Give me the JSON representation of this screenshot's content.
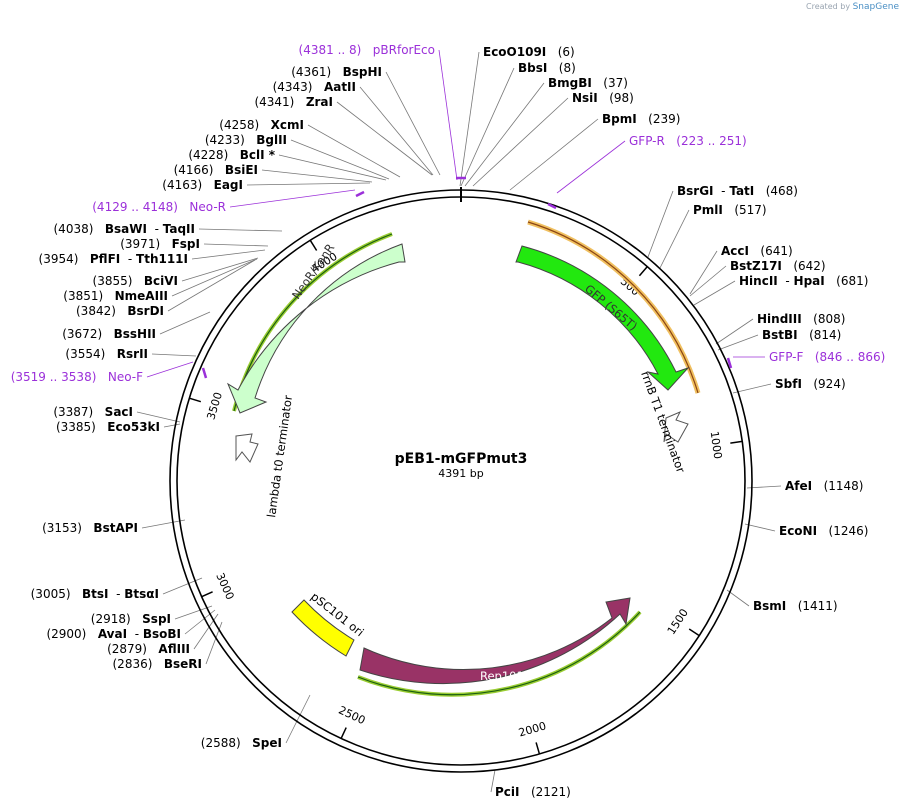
{
  "credit": {
    "prefix": "Created by",
    "brand": "SnapGene"
  },
  "plasmid": {
    "name": "pEB1-mGFPmut3",
    "length_label": "4391 bp",
    "total_bp": 4391
  },
  "ticks": [
    "500",
    "1000",
    "1500",
    "2000",
    "2500",
    "3000",
    "3500",
    "4000"
  ],
  "features": [
    {
      "id": "gfp",
      "label": "GFP (S65T)",
      "color": "#22e80f",
      "text_color": "#333333",
      "direction": "cw"
    },
    {
      "id": "rrnb",
      "label": "rrnB T1 terminator",
      "color": "#ffffff",
      "text_color": "#000000",
      "direction": "cw"
    },
    {
      "id": "rep101",
      "label": "Rep101",
      "color": "#993366",
      "text_color": "#ffffff",
      "direction": "cw"
    },
    {
      "id": "psc101",
      "label": "pSC101 ori",
      "color": "#ffff00",
      "text_color": "#000000",
      "direction": "none"
    },
    {
      "id": "lambda",
      "label": "lambda t0 terminator",
      "color": "#ffffff",
      "text_color": "#000000",
      "direction": "ccw"
    },
    {
      "id": "neo",
      "label": "NeoR/KanR",
      "color": "#ccffcc",
      "text_color": "#333333",
      "direction": "ccw"
    }
  ],
  "sites": [
    {
      "id": "ecoo109i",
      "parts": [
        {
          "t": "EcoO109I",
          "b": 1
        },
        {
          "t": "   (6)",
          "b": 0
        }
      ],
      "side": "right"
    },
    {
      "id": "bbsi",
      "parts": [
        {
          "t": "BbsI",
          "b": 1
        },
        {
          "t": "   (8)",
          "b": 0
        }
      ],
      "side": "right"
    },
    {
      "id": "bmgbi",
      "parts": [
        {
          "t": "BmgBI",
          "b": 1
        },
        {
          "t": "   (37)",
          "b": 0
        }
      ],
      "side": "right"
    },
    {
      "id": "nsii",
      "parts": [
        {
          "t": "NsiI",
          "b": 1
        },
        {
          "t": "   (98)",
          "b": 0
        }
      ],
      "side": "right"
    },
    {
      "id": "bpmi",
      "parts": [
        {
          "t": "BpmI",
          "b": 1
        },
        {
          "t": "   (239)",
          "b": 0
        }
      ],
      "side": "right"
    },
    {
      "id": "gfp-r",
      "parts": [
        {
          "t": "GFP-R",
          "b": 0
        },
        {
          "t": "   (223 .. 251)",
          "b": 0
        }
      ],
      "side": "right",
      "primer": true
    },
    {
      "id": "bsrgi",
      "parts": [
        {
          "t": "BsrGI",
          "b": 1
        },
        {
          "t": "  - ",
          "b": 0
        },
        {
          "t": "TatI",
          "b": 1
        },
        {
          "t": "   (468)",
          "b": 0
        }
      ],
      "side": "right"
    },
    {
      "id": "pmli",
      "parts": [
        {
          "t": "PmlI",
          "b": 1
        },
        {
          "t": "   (517)",
          "b": 0
        }
      ],
      "side": "right"
    },
    {
      "id": "acci",
      "parts": [
        {
          "t": "AccI",
          "b": 1
        },
        {
          "t": "   (641)",
          "b": 0
        }
      ],
      "side": "right"
    },
    {
      "id": "bstz17i",
      "parts": [
        {
          "t": "BstZ17I",
          "b": 1
        },
        {
          "t": "   (642)",
          "b": 0
        }
      ],
      "side": "right"
    },
    {
      "id": "hincii",
      "parts": [
        {
          "t": "HincII",
          "b": 1
        },
        {
          "t": "  - ",
          "b": 0
        },
        {
          "t": "HpaI",
          "b": 1
        },
        {
          "t": "   (681)",
          "b": 0
        }
      ],
      "side": "right"
    },
    {
      "id": "hindiii",
      "parts": [
        {
          "t": "HindIII",
          "b": 1
        },
        {
          "t": "   (808)",
          "b": 0
        }
      ],
      "side": "right"
    },
    {
      "id": "bstbi",
      "parts": [
        {
          "t": "BstBI",
          "b": 1
        },
        {
          "t": "   (814)",
          "b": 0
        }
      ],
      "side": "right"
    },
    {
      "id": "gfp-f",
      "parts": [
        {
          "t": "GFP-F",
          "b": 0
        },
        {
          "t": "   (846 .. 866)",
          "b": 0
        }
      ],
      "side": "right",
      "primer": true
    },
    {
      "id": "sbfi",
      "parts": [
        {
          "t": "SbfI",
          "b": 1
        },
        {
          "t": "   (924)",
          "b": 0
        }
      ],
      "side": "right"
    },
    {
      "id": "afei",
      "parts": [
        {
          "t": "AfeI",
          "b": 1
        },
        {
          "t": "   (1148)",
          "b": 0
        }
      ],
      "side": "right"
    },
    {
      "id": "econi",
      "parts": [
        {
          "t": "EcoNI",
          "b": 1
        },
        {
          "t": "   (1246)",
          "b": 0
        }
      ],
      "side": "right"
    },
    {
      "id": "bsmi",
      "parts": [
        {
          "t": "BsmI",
          "b": 1
        },
        {
          "t": "   (1411)",
          "b": 0
        }
      ],
      "side": "right"
    },
    {
      "id": "pcii",
      "parts": [
        {
          "t": "PciI",
          "b": 1
        },
        {
          "t": "   (2121)",
          "b": 0
        }
      ],
      "side": "right"
    },
    {
      "id": "spei",
      "parts": [
        {
          "t": "(2588)   ",
          "b": 0
        },
        {
          "t": "SpeI",
          "b": 1
        }
      ],
      "side": "left"
    },
    {
      "id": "bseri",
      "parts": [
        {
          "t": "(2836)   ",
          "b": 0
        },
        {
          "t": "BseRI",
          "b": 1
        }
      ],
      "side": "left"
    },
    {
      "id": "aflii",
      "parts": [
        {
          "t": "(2879)   ",
          "b": 0
        },
        {
          "t": "AflIII",
          "b": 1
        }
      ],
      "side": "left"
    },
    {
      "id": "avai",
      "parts": [
        {
          "t": "(2900)   ",
          "b": 0
        },
        {
          "t": "AvaI",
          "b": 1
        },
        {
          "t": "  - ",
          "b": 0
        },
        {
          "t": "BsoBI",
          "b": 1
        }
      ],
      "side": "left"
    },
    {
      "id": "sspi",
      "parts": [
        {
          "t": "(2918)   ",
          "b": 0
        },
        {
          "t": "SspI",
          "b": 1
        }
      ],
      "side": "left"
    },
    {
      "id": "btsi",
      "parts": [
        {
          "t": "(3005)   ",
          "b": 0
        },
        {
          "t": "BtsI",
          "b": 1
        },
        {
          "t": "  - ",
          "b": 0
        },
        {
          "t": "BtsαI",
          "b": 1
        }
      ],
      "side": "left"
    },
    {
      "id": "bstapi",
      "parts": [
        {
          "t": "(3153)   ",
          "b": 0
        },
        {
          "t": "BstAPI",
          "b": 1
        }
      ],
      "side": "left"
    },
    {
      "id": "eco53ki",
      "parts": [
        {
          "t": "(3385)   ",
          "b": 0
        },
        {
          "t": "Eco53kI",
          "b": 1
        }
      ],
      "side": "left"
    },
    {
      "id": "saci",
      "parts": [
        {
          "t": "(3387)   ",
          "b": 0
        },
        {
          "t": "SacI",
          "b": 1
        }
      ],
      "side": "left"
    },
    {
      "id": "neo-f",
      "parts": [
        {
          "t": "(3519 .. 3538)   ",
          "b": 0
        },
        {
          "t": "Neo-F",
          "b": 0
        }
      ],
      "side": "left",
      "primer": true
    },
    {
      "id": "rsrii",
      "parts": [
        {
          "t": "(3554)   ",
          "b": 0
        },
        {
          "t": "RsrII",
          "b": 1
        }
      ],
      "side": "left"
    },
    {
      "id": "bsshii",
      "parts": [
        {
          "t": "(3672)   ",
          "b": 0
        },
        {
          "t": "BssHII",
          "b": 1
        }
      ],
      "side": "left"
    },
    {
      "id": "bsrdi",
      "parts": [
        {
          "t": "(3842)   ",
          "b": 0
        },
        {
          "t": "BsrDI",
          "b": 1
        }
      ],
      "side": "left"
    },
    {
      "id": "nmeaiii",
      "parts": [
        {
          "t": "(3851)   ",
          "b": 0
        },
        {
          "t": "NmeAIII",
          "b": 1
        }
      ],
      "side": "left"
    },
    {
      "id": "bcivi",
      "parts": [
        {
          "t": "(3855)   ",
          "b": 0
        },
        {
          "t": "BciVI",
          "b": 1
        }
      ],
      "side": "left"
    },
    {
      "id": "pflfi",
      "parts": [
        {
          "t": "(3954)   ",
          "b": 0
        },
        {
          "t": "PflFI",
          "b": 1
        },
        {
          "t": "  - ",
          "b": 0
        },
        {
          "t": "Tth111I",
          "b": 1
        }
      ],
      "side": "left"
    },
    {
      "id": "fspi",
      "parts": [
        {
          "t": "(3971)   ",
          "b": 0
        },
        {
          "t": "FspI",
          "b": 1
        }
      ],
      "side": "left"
    },
    {
      "id": "bsawi",
      "parts": [
        {
          "t": "(4038)   ",
          "b": 0
        },
        {
          "t": "BsaWI",
          "b": 1
        },
        {
          "t": "  - ",
          "b": 0
        },
        {
          "t": "TaqII",
          "b": 1
        }
      ],
      "side": "left"
    },
    {
      "id": "neo-r",
      "parts": [
        {
          "t": "(4129 .. 4148)   ",
          "b": 0
        },
        {
          "t": "Neo-R",
          "b": 0
        }
      ],
      "side": "left",
      "primer": true
    },
    {
      "id": "eagi",
      "parts": [
        {
          "t": "(4163)   ",
          "b": 0
        },
        {
          "t": "EagI",
          "b": 1
        }
      ],
      "side": "left"
    },
    {
      "id": "bsiei",
      "parts": [
        {
          "t": "(4166)   ",
          "b": 0
        },
        {
          "t": "BsiEI",
          "b": 1
        }
      ],
      "side": "left"
    },
    {
      "id": "bcli",
      "parts": [
        {
          "t": "(4228)   ",
          "b": 0
        },
        {
          "t": "BclI *",
          "b": 1
        }
      ],
      "side": "left"
    },
    {
      "id": "bglii",
      "parts": [
        {
          "t": "(4233)   ",
          "b": 0
        },
        {
          "t": "BglII",
          "b": 1
        }
      ],
      "side": "left"
    },
    {
      "id": "xcmi",
      "parts": [
        {
          "t": "(4258)   ",
          "b": 0
        },
        {
          "t": "XcmI",
          "b": 1
        }
      ],
      "side": "left"
    },
    {
      "id": "zrai",
      "parts": [
        {
          "t": "(4341)   ",
          "b": 0
        },
        {
          "t": "ZraI",
          "b": 1
        }
      ],
      "side": "left"
    },
    {
      "id": "aatii",
      "parts": [
        {
          "t": "(4343)   ",
          "b": 0
        },
        {
          "t": "AatII",
          "b": 1
        }
      ],
      "side": "left"
    },
    {
      "id": "bsphi",
      "parts": [
        {
          "t": "(4361)   ",
          "b": 0
        },
        {
          "t": "BspHI",
          "b": 1
        }
      ],
      "side": "left"
    },
    {
      "id": "pbrforeco",
      "parts": [
        {
          "t": "(4381 .. 8)   ",
          "b": 0
        },
        {
          "t": "pBRforEco",
          "b": 0
        }
      ],
      "side": "left",
      "primer": true
    }
  ]
}
